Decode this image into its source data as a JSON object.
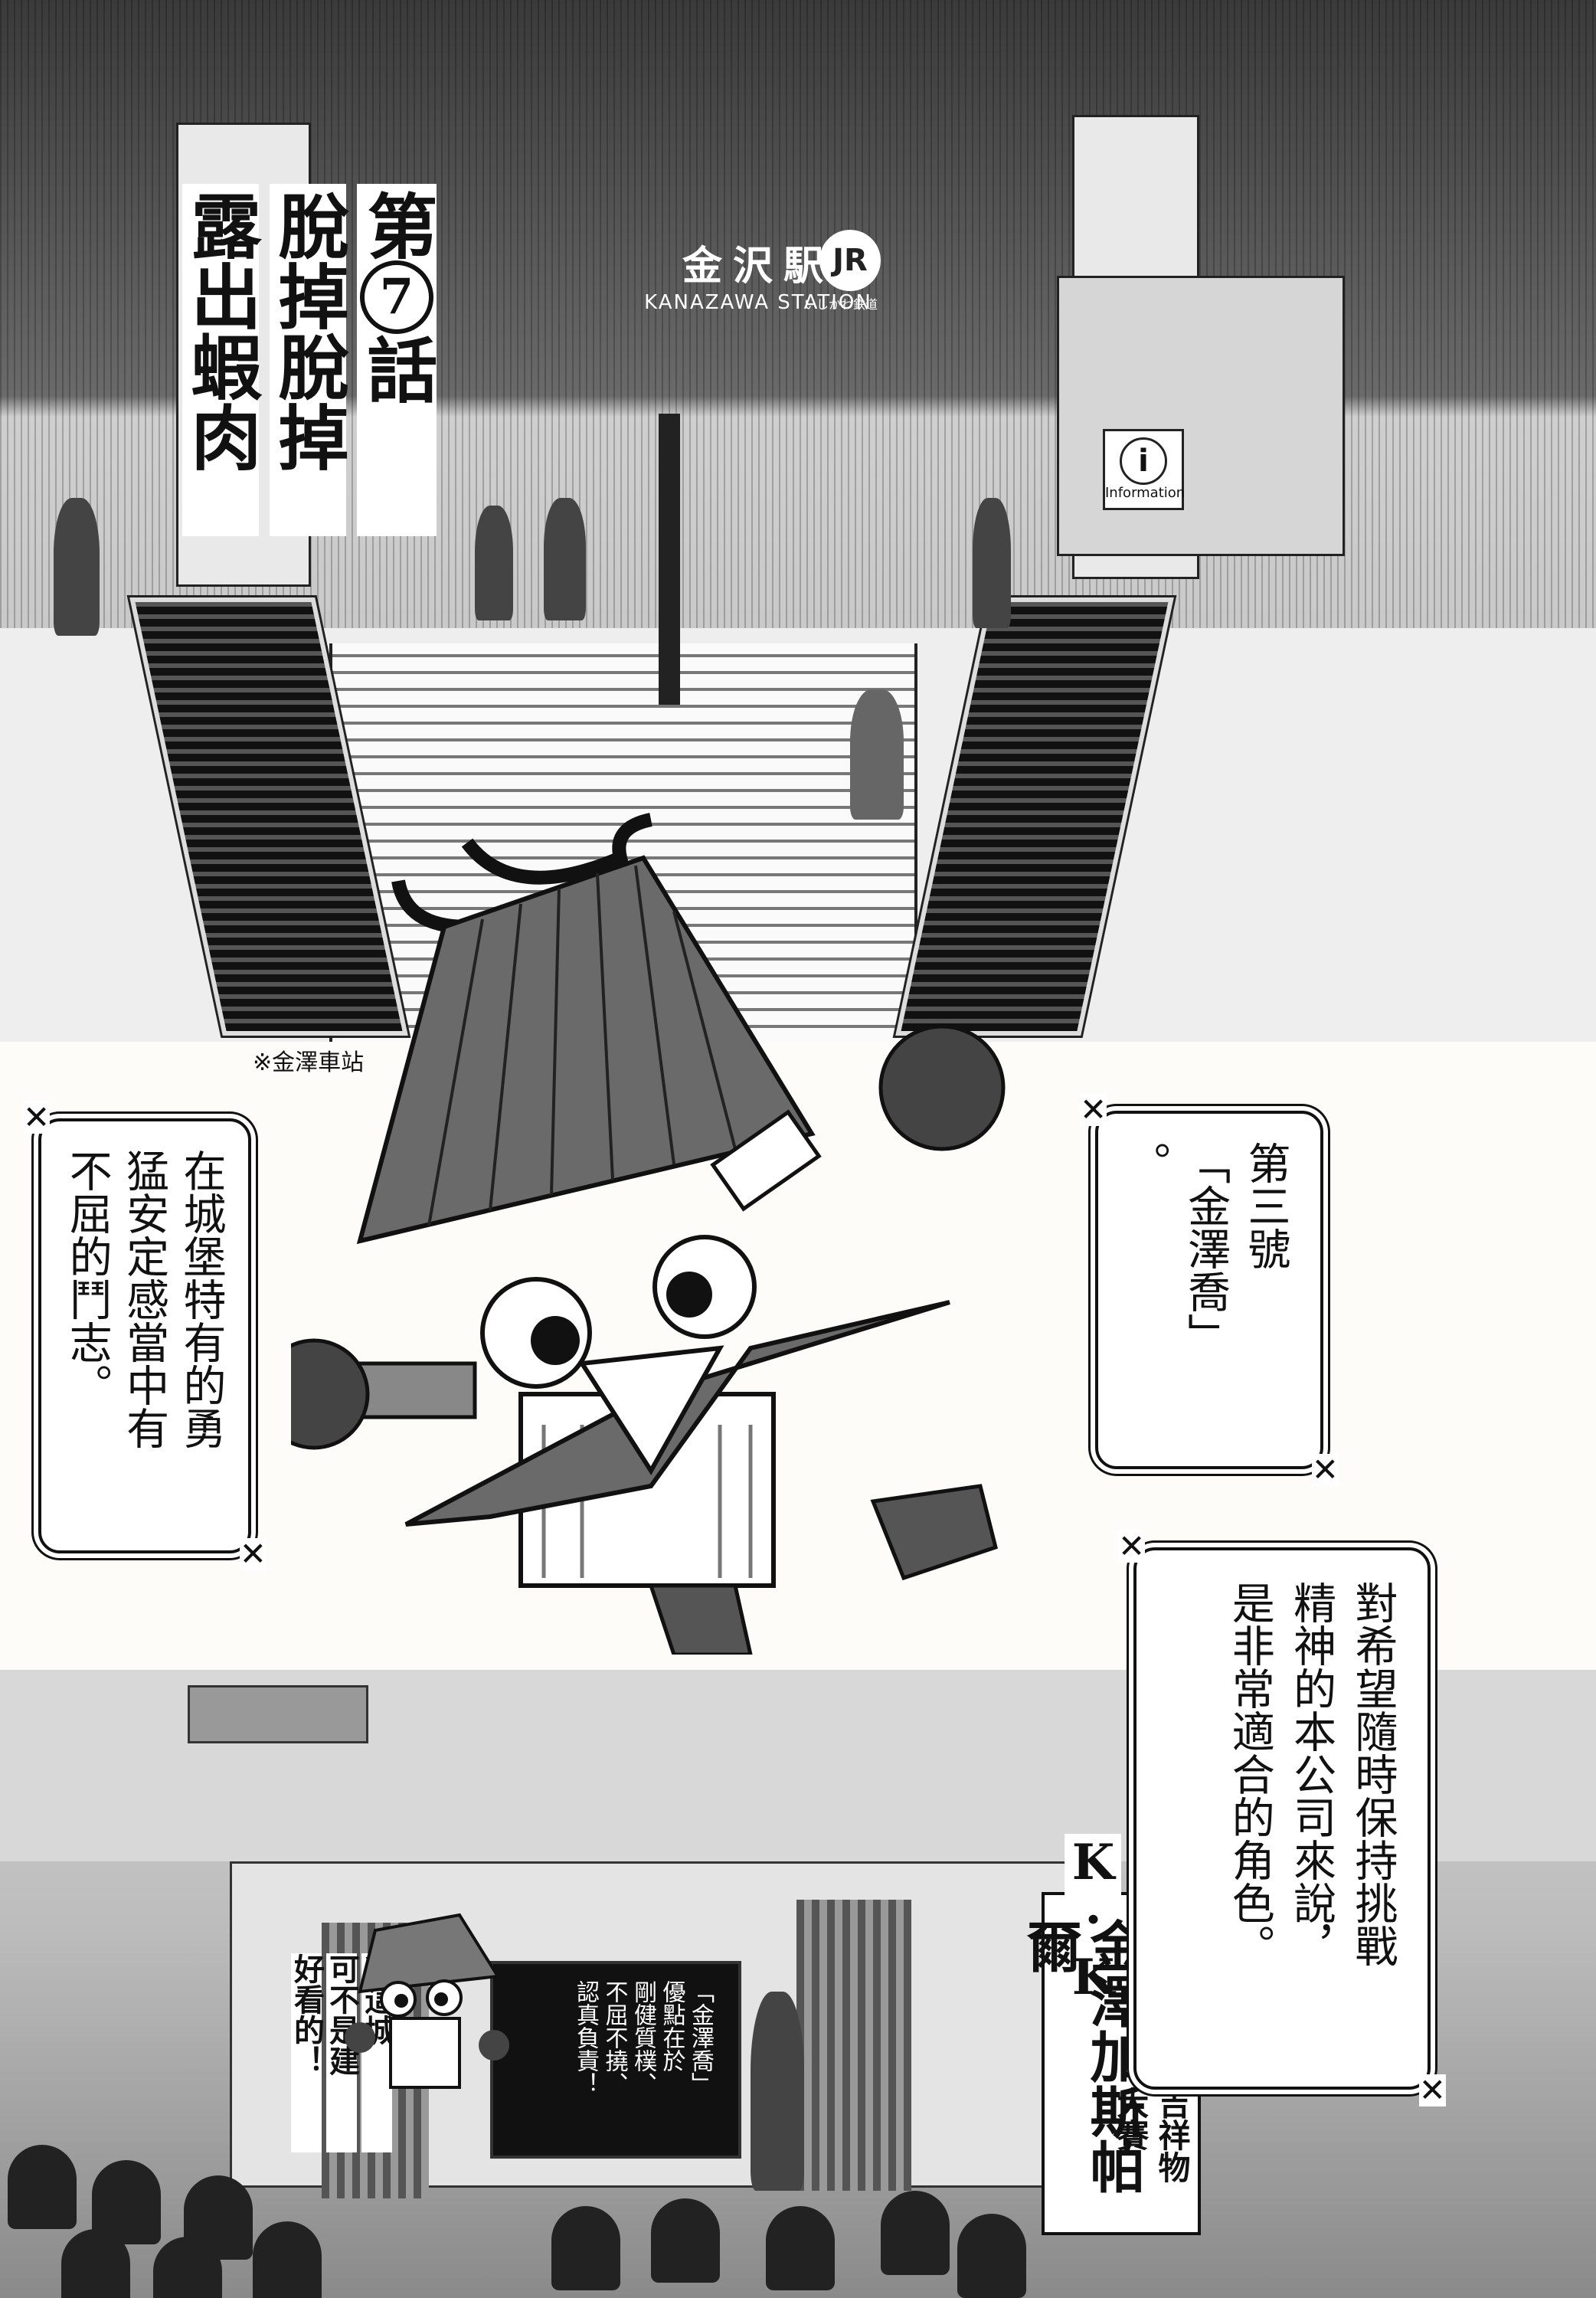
{
  "panel1": {
    "station_sign_jp": "金沢駅",
    "station_sign_en": "KANAZAWA STATION",
    "jr_logo": "JR",
    "jr_caption": "いしかわ鉄道",
    "info_sign_symbol": "i",
    "info_sign_label": "Information",
    "chapter": {
      "prefix": "第",
      "number": "7",
      "suffix": "話",
      "title_line1": "脫掉脫掉",
      "title_line2": "露出蝦肉"
    },
    "location_note": "※金澤車站"
  },
  "panel2": {
    "narration_left": [
      "在城堡特有的勇",
      "猛安定感當中有",
      "不屈的鬥志。"
    ],
    "narration_right": [
      "第三號",
      "「金澤喬」",
      "。"
    ]
  },
  "panel3": {
    "narration": [
      "對希望隨時保持挑戰",
      "精神的本公司來說，",
      "是非常適合的角色。"
    ],
    "banner": {
      "kk": "K·K",
      "main": "金澤加斯帕爾",
      "sub_line1": "吉祥物",
      "sub_line2": "大賽"
    },
    "screen_lines": [
      "「金澤喬」",
      "優點在於",
      "剛健質樸、",
      "不屈不撓、",
      "認真負責！"
    ],
    "speech_lines": [
      "我這城",
      "可不是建",
      "好看的！"
    ]
  },
  "colors": {
    "ink": "#111111",
    "paper": "#fdfcf8"
  }
}
